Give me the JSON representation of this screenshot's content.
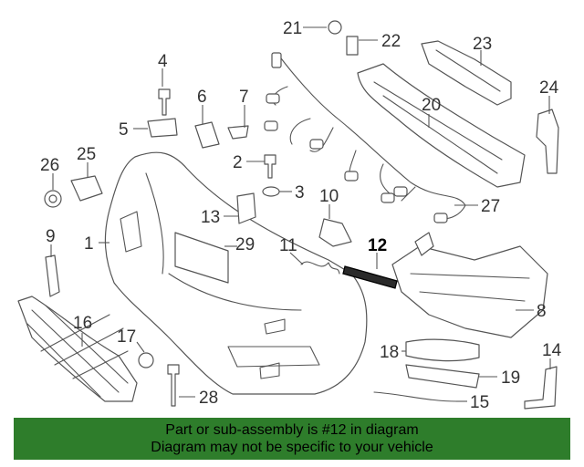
{
  "callouts": [
    {
      "id": "1",
      "label": "1"
    },
    {
      "id": "2",
      "label": "2"
    },
    {
      "id": "3",
      "label": "3"
    },
    {
      "id": "4",
      "label": "4"
    },
    {
      "id": "5",
      "label": "5"
    },
    {
      "id": "6",
      "label": "6"
    },
    {
      "id": "7",
      "label": "7"
    },
    {
      "id": "8",
      "label": "8"
    },
    {
      "id": "9",
      "label": "9"
    },
    {
      "id": "10",
      "label": "10"
    },
    {
      "id": "11",
      "label": "11"
    },
    {
      "id": "12",
      "label": "12"
    },
    {
      "id": "13",
      "label": "13"
    },
    {
      "id": "14",
      "label": "14"
    },
    {
      "id": "15",
      "label": "15"
    },
    {
      "id": "16",
      "label": "16"
    },
    {
      "id": "17",
      "label": "17"
    },
    {
      "id": "18",
      "label": "18"
    },
    {
      "id": "19",
      "label": "19"
    },
    {
      "id": "20",
      "label": "20"
    },
    {
      "id": "21",
      "label": "21"
    },
    {
      "id": "22",
      "label": "22"
    },
    {
      "id": "23",
      "label": "23"
    },
    {
      "id": "24",
      "label": "24"
    },
    {
      "id": "25",
      "label": "25"
    },
    {
      "id": "26",
      "label": "26"
    },
    {
      "id": "27",
      "label": "27"
    },
    {
      "id": "28",
      "label": "28"
    },
    {
      "id": "29",
      "label": "29"
    }
  ],
  "highlighted_part": "12",
  "colors": {
    "footer_bg": "#2e7d2b",
    "line": "#555555",
    "highlight": "#000000"
  },
  "footer": {
    "line1": "Part or sub-assembly is #12 in diagram",
    "line2": "Diagram may not be specific to your vehicle"
  }
}
